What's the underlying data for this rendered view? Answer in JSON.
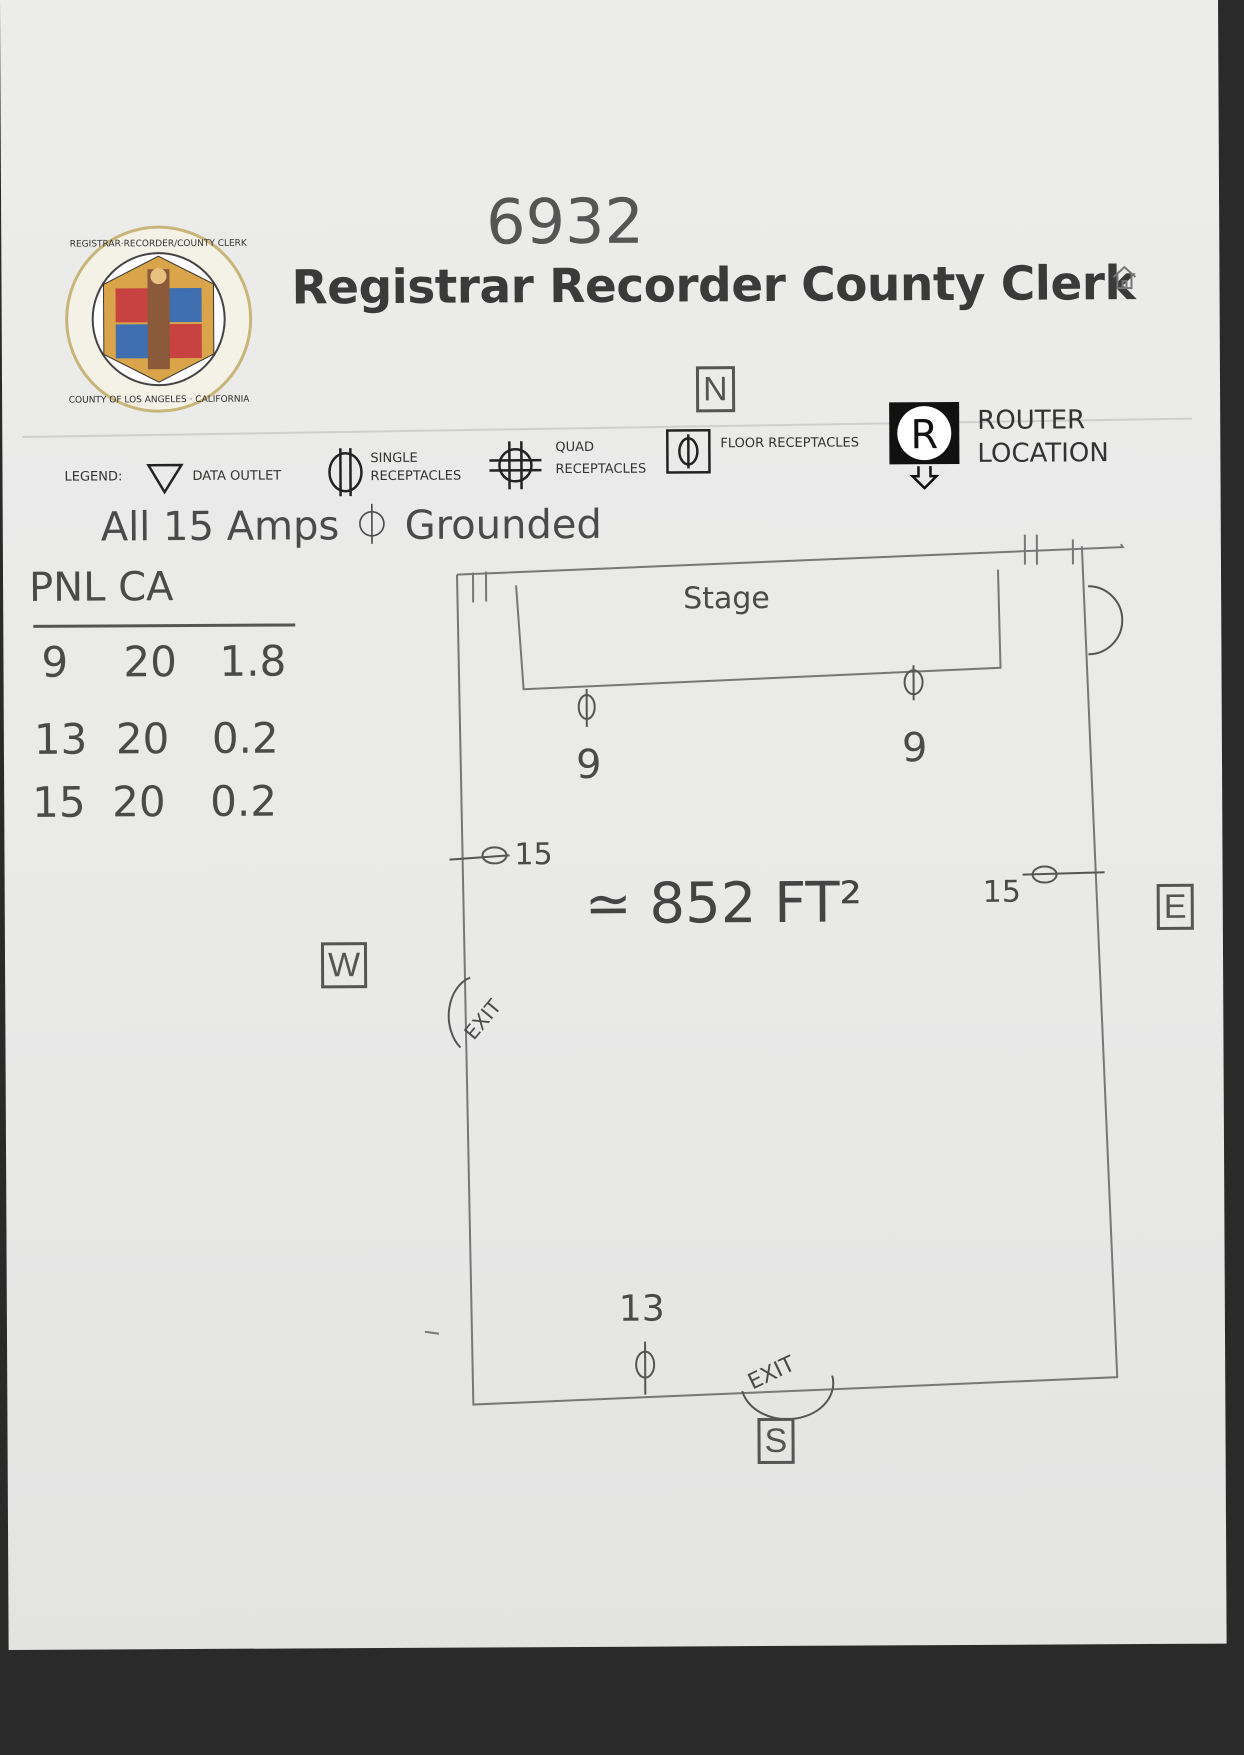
{
  "document": {
    "handwritten_number": "6932",
    "header_title": "Registrar Recorder County Clerk",
    "seal_text": "REGISTRAR-RECORDER/COUNTY CLERK - COUNTY OF LOS ANGELES - CALIFORNIA",
    "legend": {
      "label": "LEGEND:",
      "items": [
        {
          "icon": "triangle-icon",
          "label": "DATA OUTLET"
        },
        {
          "icon": "single-receptacle-icon",
          "label_line1": "SINGLE",
          "label_line2": "RECEPTACLES"
        },
        {
          "icon": "quad-receptacle-icon",
          "label_line1": "QUAD",
          "label_line2": "RECEPTACLES"
        },
        {
          "icon": "floor-receptacle-icon",
          "label": "FLOOR RECEPTACLES"
        },
        {
          "icon": "router-icon",
          "label_line1": "ROUTER",
          "label_line2": "LOCATION"
        }
      ]
    },
    "note": "All 15 Amps ⏀ Grounded",
    "panel_table": {
      "headers": [
        "PNL",
        "CA"
      ],
      "rows": [
        [
          "9",
          "20",
          "1.8"
        ],
        [
          "13",
          "20",
          "0.2"
        ],
        [
          "15",
          "20",
          "0.2"
        ]
      ]
    },
    "floorplan": {
      "compass": {
        "north": "N",
        "south": "S",
        "east": "E",
        "west": "W"
      },
      "stage_label": "Stage",
      "area": "≃ 852 FT²",
      "receptacle_labels": [
        "9",
        "9",
        "15",
        "15",
        "13"
      ],
      "exit_labels": [
        "EXIT",
        "EXIT"
      ]
    }
  }
}
